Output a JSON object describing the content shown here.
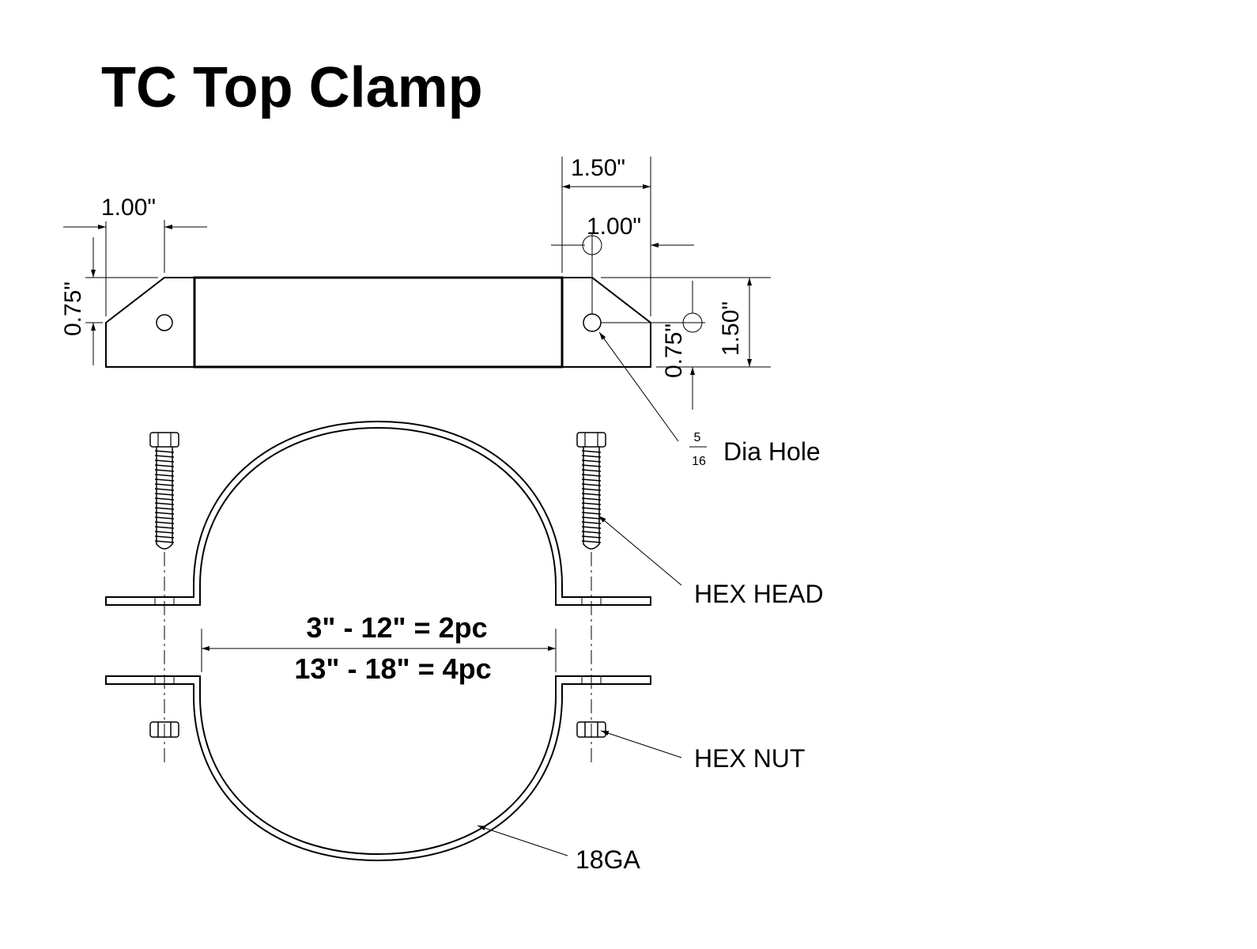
{
  "title": "TC Top Clamp",
  "dimensions": {
    "left_chamfer_width": "1.00\"",
    "left_chamfer_height": "0.75\"",
    "right_tab_width": "1.50\"",
    "right_hole_offset": "1.00\"",
    "right_hole_height": "0.75\"",
    "band_width": "1.50\""
  },
  "hole_label": {
    "numerator": "5",
    "denominator": "16",
    "text": "Dia Hole"
  },
  "piece_count": {
    "line1": "3\" - 12\" = 2pc",
    "line2": "13\" - 18\" = 4pc"
  },
  "callouts": {
    "hex_head": "HEX HEAD",
    "hex_nut": "HEX NUT",
    "gauge": "18GA"
  }
}
